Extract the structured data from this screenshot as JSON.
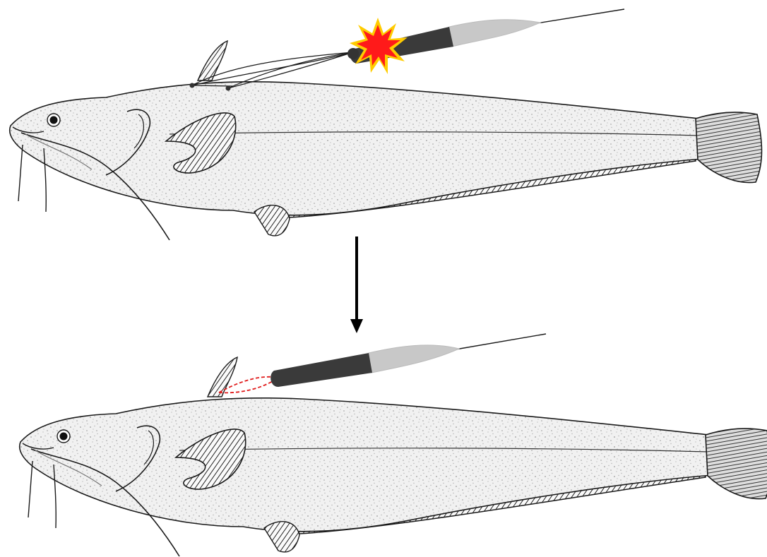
{
  "diagram": {
    "panels": [
      {
        "id": "before",
        "fish": "catfish",
        "tag": "dart-tag",
        "attachment": "monofilament-loops",
        "event": "explosion"
      },
      {
        "id": "after",
        "fish": "catfish",
        "tag": "dart-tag",
        "attachment": "dashed-outline",
        "event": "none"
      }
    ],
    "arrow": "down",
    "colors": {
      "tag_body": "#3a3a3a",
      "tag_float": "#c8c8c8",
      "explosion_outer": "#ffcc00",
      "explosion_inner": "#ff1a1a",
      "dashed_attachment": "#e01b1b",
      "fish_outline": "#1a1a1a",
      "fish_fill": "#efefef",
      "arrow": "#000000"
    },
    "icons": {
      "explosion": "explosion-icon",
      "arrow": "arrow-down-icon"
    }
  }
}
